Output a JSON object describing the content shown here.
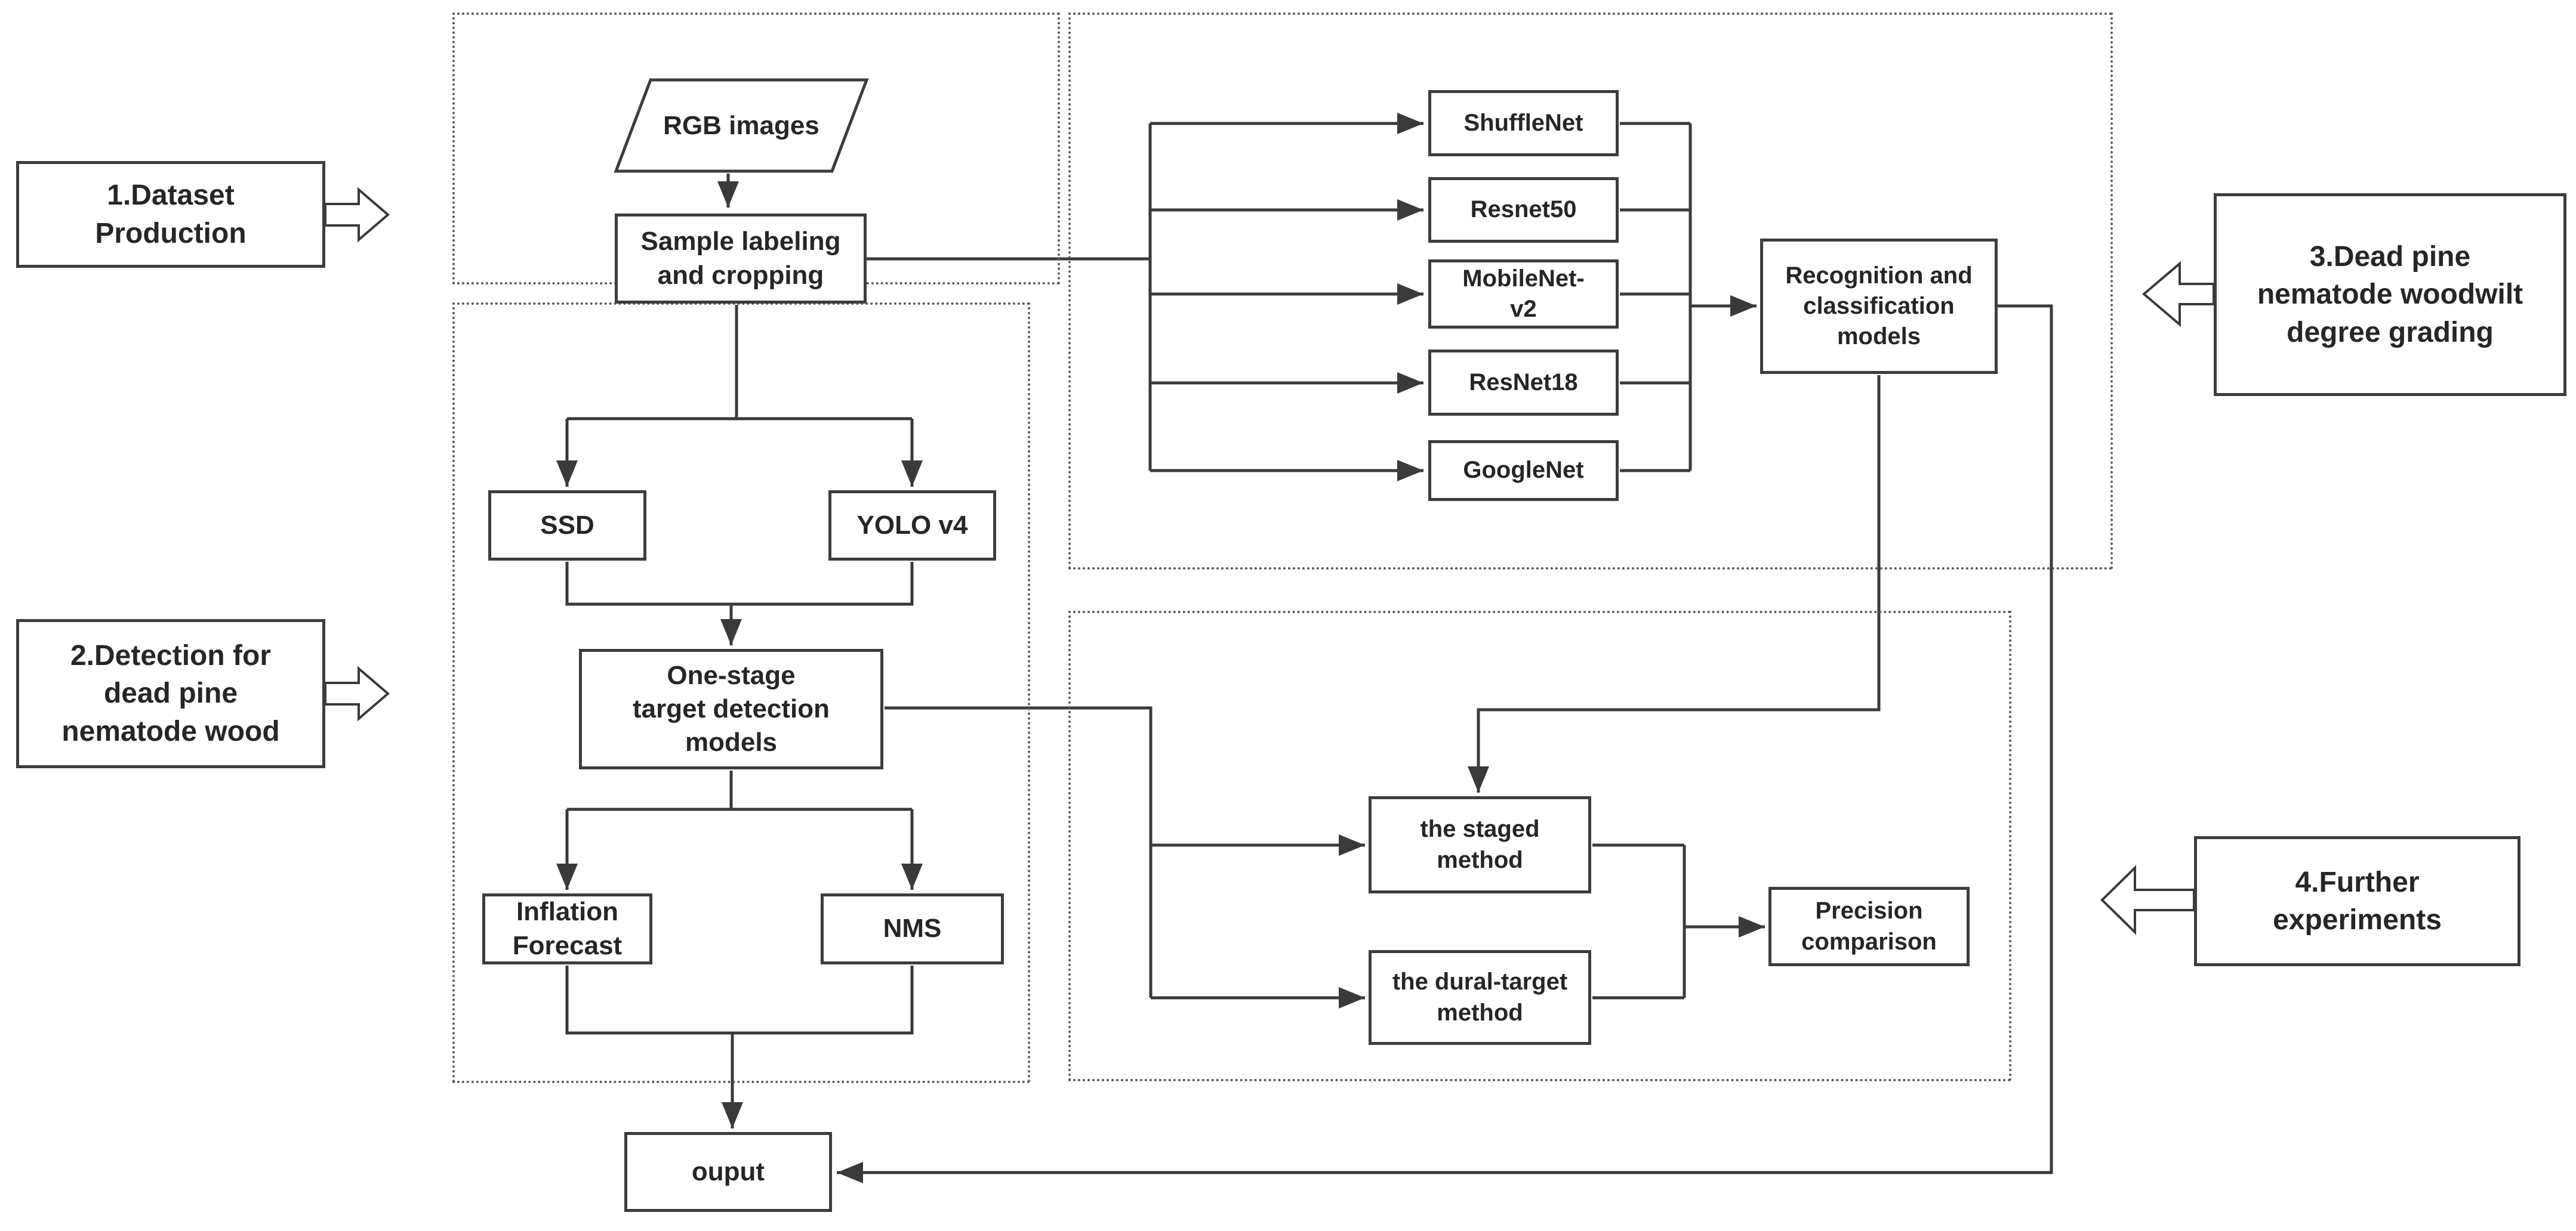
{
  "colors": {
    "background": "#ffffff",
    "box_border": "#3d3d3d",
    "connector": "#3a3a3a",
    "dotted_border": "#5a5a5a",
    "text": "#262626"
  },
  "sections": [
    {
      "id": "s1",
      "label": "1.Dataset\nProduction",
      "arrow_direction": "right"
    },
    {
      "id": "s2",
      "label": "2.Detection for\ndead pine\nnematode wood",
      "arrow_direction": "right"
    },
    {
      "id": "s3",
      "label": "3.Dead pine\nnematode woodwilt\ndegree grading",
      "arrow_direction": "left"
    },
    {
      "id": "s4",
      "label": "4.Further\nexperiments",
      "arrow_direction": "left"
    }
  ],
  "nodes": {
    "rgb_images": {
      "label": "RGB images",
      "shape": "parallelogram"
    },
    "sample": {
      "label": "Sample labeling\nand cropping",
      "shape": "rect"
    },
    "ssd": {
      "label": "SSD",
      "shape": "rect"
    },
    "yolo": {
      "label": "YOLO v4",
      "shape": "rect"
    },
    "one_stage": {
      "label": "One-stage\ntarget detection\nmodels",
      "shape": "rect"
    },
    "inflation": {
      "label": "Inflation\nForecast",
      "shape": "rect"
    },
    "nms": {
      "label": "NMS",
      "shape": "rect"
    },
    "ouput": {
      "label": "ouput",
      "shape": "rect"
    },
    "shufflenet": {
      "label": "ShuffleNet",
      "shape": "rect"
    },
    "resnet50": {
      "label": "Resnet50",
      "shape": "rect"
    },
    "mobilenet_v2": {
      "label": "MobileNet-\nv2",
      "shape": "rect"
    },
    "resnet18": {
      "label": "ResNet18",
      "shape": "rect"
    },
    "googlenet": {
      "label": "GoogleNet",
      "shape": "rect"
    },
    "recognition": {
      "label": "Recognition and\nclassification\nmodels",
      "shape": "rect"
    },
    "staged": {
      "label": "the staged\nmethod",
      "shape": "rect"
    },
    "dural": {
      "label": "the dural-target\nmethod",
      "shape": "rect"
    },
    "precision": {
      "label": "Precision\ncomparison",
      "shape": "rect"
    }
  },
  "edges": [
    {
      "from": "rgb_images",
      "to": "sample"
    },
    {
      "from": "sample",
      "to": "shufflenet"
    },
    {
      "from": "sample",
      "to": "resnet50"
    },
    {
      "from": "sample",
      "to": "mobilenet_v2"
    },
    {
      "from": "sample",
      "to": "resnet18"
    },
    {
      "from": "sample",
      "to": "googlenet"
    },
    {
      "from": "shufflenet",
      "to": "recognition"
    },
    {
      "from": "resnet50",
      "to": "recognition"
    },
    {
      "from": "mobilenet_v2",
      "to": "recognition"
    },
    {
      "from": "resnet18",
      "to": "recognition"
    },
    {
      "from": "googlenet",
      "to": "recognition"
    },
    {
      "from": "sample",
      "to": "ssd"
    },
    {
      "from": "sample",
      "to": "yolo"
    },
    {
      "from": "ssd",
      "to": "one_stage"
    },
    {
      "from": "yolo",
      "to": "one_stage"
    },
    {
      "from": "one_stage",
      "to": "inflation"
    },
    {
      "from": "one_stage",
      "to": "nms"
    },
    {
      "from": "inflation",
      "to": "ouput"
    },
    {
      "from": "nms",
      "to": "ouput"
    },
    {
      "from": "one_stage",
      "to": "staged"
    },
    {
      "from": "one_stage",
      "to": "dural"
    },
    {
      "from": "recognition",
      "to": "staged"
    },
    {
      "from": "staged",
      "to": "precision"
    },
    {
      "from": "dural",
      "to": "precision"
    },
    {
      "from": "recognition",
      "to": "ouput"
    }
  ]
}
